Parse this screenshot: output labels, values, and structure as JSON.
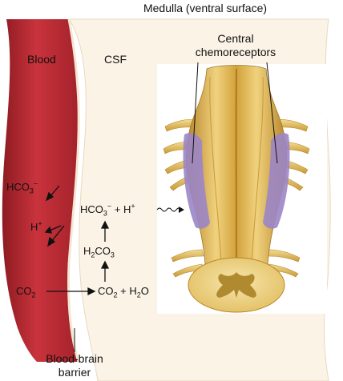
{
  "labels": {
    "title": "Medulla (ventral surface)",
    "blood": "Blood",
    "csf": "CSF",
    "chemoreceptors_line1": "Central",
    "chemoreceptors_line2": "chemoreceptors",
    "barrier_line1": "Blood-brain",
    "barrier_line2": "barrier"
  },
  "chemistry": {
    "blood_bicarb": {
      "base": "HCO",
      "sub": "3",
      "sup": "−"
    },
    "blood_proton": {
      "base": "H",
      "sup": "+"
    },
    "blood_co2": {
      "base": "CO",
      "sub": "2"
    },
    "csf_bicarb": {
      "base": "HCO",
      "sub": "3",
      "sup": "−",
      "tail": " + H",
      "tail_sup": "+"
    },
    "csf_carbonic": {
      "pre": "H",
      "pre_sub": "2",
      "base": "CO",
      "sub": "3"
    },
    "csf_products": {
      "base": "CO",
      "sub": "2",
      "tail": " + H",
      "tail_sub": "2",
      "end": "O"
    }
  },
  "colors": {
    "blood": "#b5262f",
    "blood_dark": "#8e1b22",
    "csf": "#fbf3e6",
    "medulla": "#d9aa3d",
    "medulla_light": "#f0d27e",
    "chemoreceptor": "#9b86c6"
  }
}
